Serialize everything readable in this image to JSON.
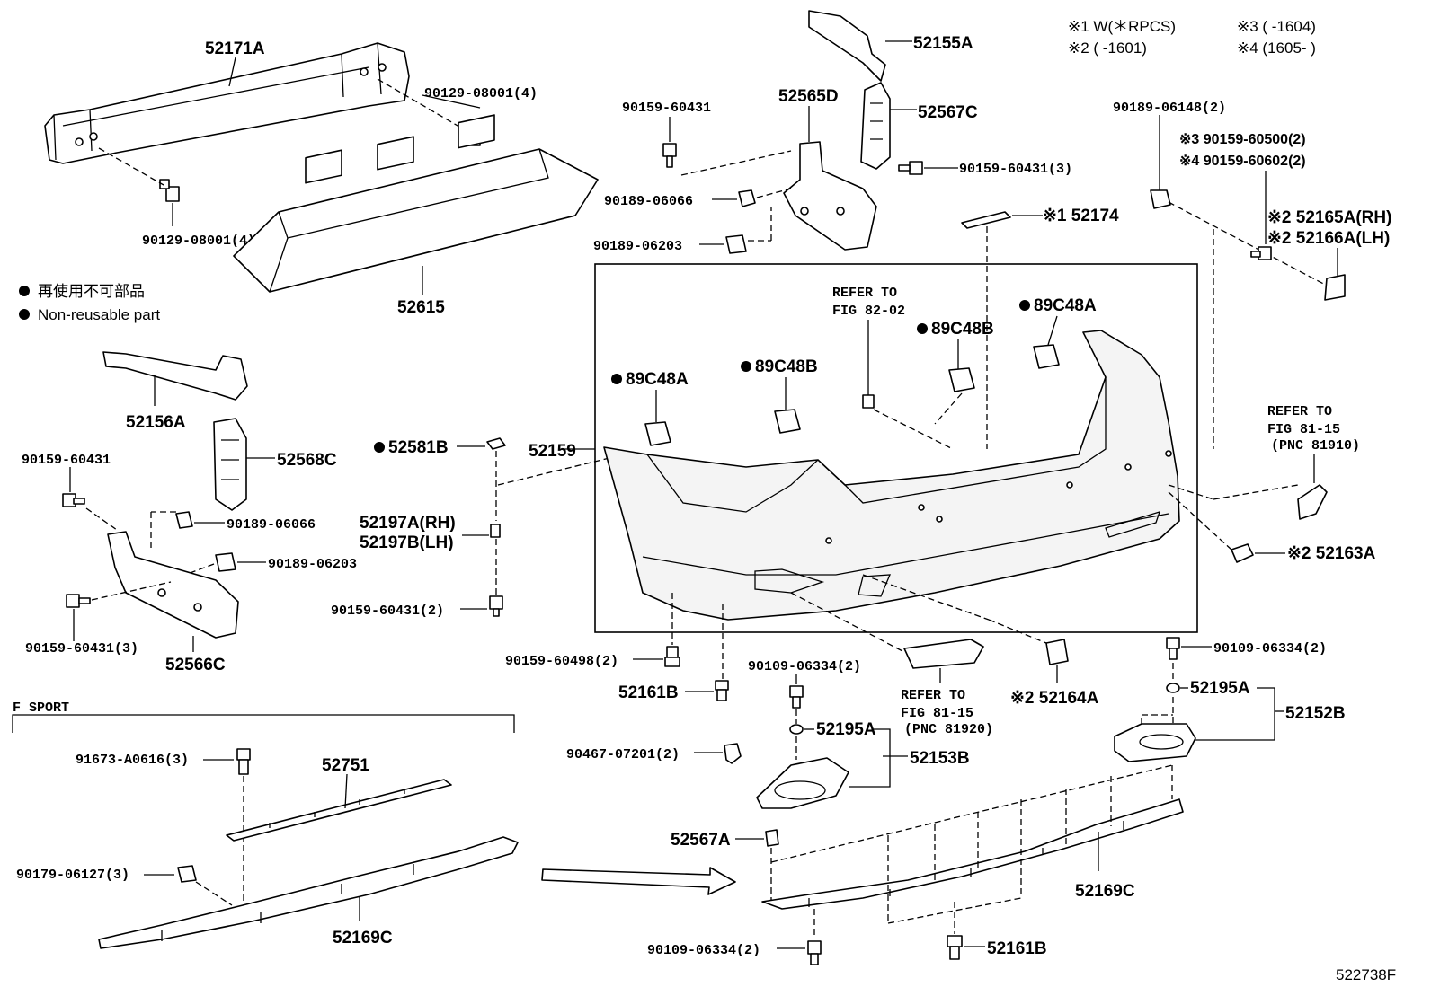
{
  "notes": {
    "n1": "※1 W(＊RPCS)",
    "n2": "※2 (        -1601)",
    "n3": "※3 (        -1604)",
    "n4": "※4 (1605-        )"
  },
  "legend": {
    "jp": "再使用不可部品",
    "en": "Non-reusable part"
  },
  "labels": {
    "p52171A": "52171A",
    "p90129_1": "90129-08001(4)",
    "p90129_2": "90129-08001(4)",
    "p52615": "52615",
    "p52155A": "52155A",
    "p52565D": "52565D",
    "p52567C": "52567C",
    "p90159a": "90159-60431",
    "p90159b": "90159-60431(3)",
    "p90189a": "90189-06066",
    "p90189b": "90189-06203",
    "p90189c": "90189-06148(2)",
    "p90159_500": "※3 90159-60500(2)",
    "p90159_602": "※4 90159-60602(2)",
    "p52174": "※1 52174",
    "p52165A": "※2 52165A(RH)",
    "p52166A": "※2 52166A(LH)",
    "p52156A": "52156A",
    "p52568C": "52568C",
    "p90159c": "90159-60431",
    "p90189d": "90189-06066",
    "p90189e": "90189-06203",
    "p90159d": "90159-60431(3)",
    "p52566C": "52566C",
    "p52581B": "52581B",
    "p52159": "52159",
    "p52197A": "52197A(RH)",
    "p52197B": "52197B(LH)",
    "p90159e": "90159-60431(2)",
    "refer1a": "REFER TO",
    "refer1b": "FIG 82-02",
    "p89C48Ba": "89C48B",
    "p89C48Aa": "89C48A",
    "p89C48Ab": "89C48A",
    "p89C48Bb": "89C48B",
    "refer2a": "REFER TO",
    "refer2b": "FIG 81-15",
    "refer2c": "(PNC 81910)",
    "p52163A": "※2 52163A",
    "p90159f": "90159-60498(2)",
    "p52161Ba": "52161B",
    "p90109a": "90109-06334(2)",
    "refer3a": "REFER TO",
    "refer3b": "FIG 81-15",
    "refer3c": "(PNC 81920)",
    "p52164A": "※2 52164A",
    "p90109b": "90109-06334(2)",
    "p52195Aa": "52195A",
    "p52152B": "52152B",
    "p52195Ab": "52195A",
    "p52153B": "52153B",
    "p90467": "90467-07201(2)",
    "fsport": "F SPORT",
    "p91673": "91673-A0616(3)",
    "p52751": "52751",
    "p90179": "90179-06127(3)",
    "p52169Ca": "52169C",
    "p52567A": "52567A",
    "p52169Cb": "52169C",
    "p90109c": "90109-06334(2)",
    "p52161Bb": "52161B",
    "code": "522738F"
  }
}
